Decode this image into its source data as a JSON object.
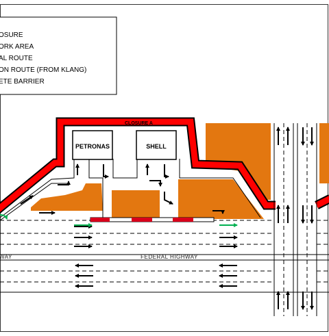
{
  "legend": {
    "items": [
      "OSURE",
      "ORK AREA",
      "AL ROUTE",
      "ON ROUTE (FROM KLANG)",
      "ETE BARRIER"
    ]
  },
  "labels": {
    "closure": "CLOSURE A",
    "station_1": "PETRONAS",
    "station_2": "SHELL",
    "highway": "FEDERAL  HIGHWAY",
    "highway_left": "WAY"
  },
  "colors": {
    "closure": "#ff0000",
    "work_area": "#e37710",
    "normal_route": "#000000",
    "diversion_route": "#00b050",
    "barrier_red": "#d9001b"
  }
}
